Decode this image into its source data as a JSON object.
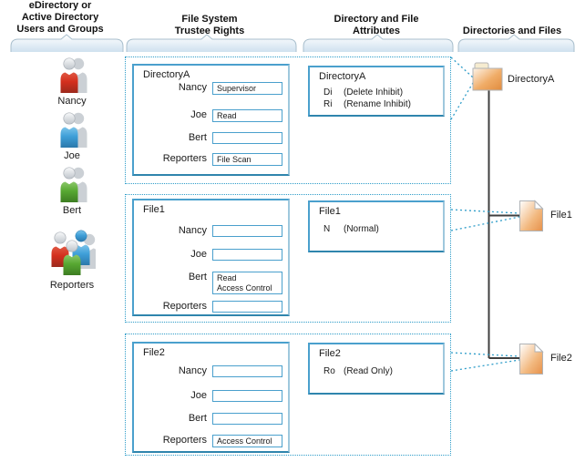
{
  "columns": [
    {
      "header": "eDirectory or\nActive Directory\nUsers and Groups"
    },
    {
      "header": "File System\nTrustee Rights"
    },
    {
      "header": "Directory and File\nAttributes"
    },
    {
      "header": "Directories and Files"
    }
  ],
  "users": [
    {
      "name": "Nancy",
      "color": "#d42f1e",
      "type": "user"
    },
    {
      "name": "Joe",
      "color": "#3f9fd8",
      "type": "user"
    },
    {
      "name": "Bert",
      "color": "#57a832",
      "type": "user"
    },
    {
      "name": "Reporters",
      "colors": [
        "#d42f1e",
        "#3f9fd8",
        "#57a832"
      ],
      "type": "group"
    }
  ],
  "rights_boxes": [
    {
      "title": "DirectoryA",
      "rows": [
        {
          "user": "Nancy",
          "value": "Supervisor"
        },
        {
          "user": "Joe",
          "value": "Read"
        },
        {
          "user": "Bert",
          "value": ""
        },
        {
          "user": "Reporters",
          "value": "File Scan"
        }
      ]
    },
    {
      "title": "File1",
      "rows": [
        {
          "user": "Nancy",
          "value": ""
        },
        {
          "user": "Joe",
          "value": ""
        },
        {
          "user": "Bert",
          "value": "Read\nAccess Control"
        },
        {
          "user": "Reporters",
          "value": ""
        }
      ]
    },
    {
      "title": "File2",
      "rows": [
        {
          "user": "Nancy",
          "value": ""
        },
        {
          "user": "Joe",
          "value": ""
        },
        {
          "user": "Bert",
          "value": ""
        },
        {
          "user": "Reporters",
          "value": "Access Control"
        }
      ]
    }
  ],
  "attribute_boxes": [
    {
      "title": "DirectoryA",
      "attributes": [
        {
          "code": "Di",
          "desc": "(Delete Inhibit)"
        },
        {
          "code": "Ri",
          "desc": "(Rename Inhibit)"
        }
      ]
    },
    {
      "title": "File1",
      "attributes": [
        {
          "code": "N",
          "desc": "(Normal)"
        }
      ]
    },
    {
      "title": "File2",
      "attributes": [
        {
          "code": "Ro",
          "desc": "(Read Only)"
        }
      ]
    }
  ],
  "fs_items": [
    {
      "label": "DirectoryA",
      "type": "folder"
    },
    {
      "label": "File1",
      "type": "file"
    },
    {
      "label": "File2",
      "type": "file"
    }
  ],
  "palette": {
    "dashed_blue": "#2f9dc9",
    "box_border_blue": "#4aa0cd",
    "tree_line": "#3f3f3f",
    "folder_orange": "#e8954f"
  }
}
